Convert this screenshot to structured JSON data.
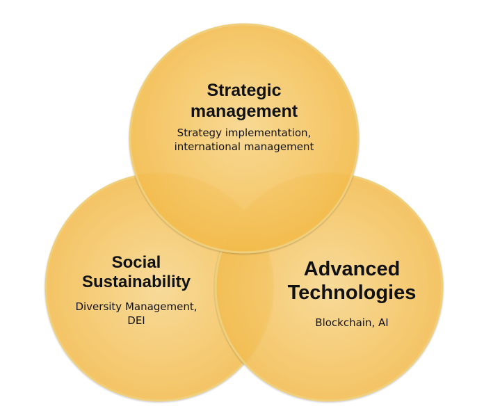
{
  "colors": {
    "fill_inner": "#fbd98e",
    "fill_outer": "#f6bd4c",
    "rim": "#eec96f",
    "text": "#111111"
  },
  "circles": [
    {
      "id": "strategic",
      "title": "Strategic management",
      "subtitle_lines": [
        "Strategy implementation,",
        "international management"
      ]
    },
    {
      "id": "social",
      "title": "Social Sustainability",
      "subtitle_lines": [
        "Diversity Management,",
        "DEI"
      ]
    },
    {
      "id": "advanced",
      "title": "Advanced Technologies",
      "subtitle_lines": [
        "Blockchain, AI"
      ]
    }
  ],
  "labels": {
    "strategic": {
      "title_line1": "Strategic",
      "title_line2": "management",
      "sub_line1": "Strategy implementation,",
      "sub_line2": "international management"
    },
    "social": {
      "title_line1": "Social",
      "title_line2": "Sustainability",
      "sub_line1": "Diversity Management,",
      "sub_line2": "DEI"
    },
    "advanced": {
      "title_line1": "Advanced",
      "title_line2": "Technologies",
      "sub_line1": "Blockchain, AI"
    }
  }
}
